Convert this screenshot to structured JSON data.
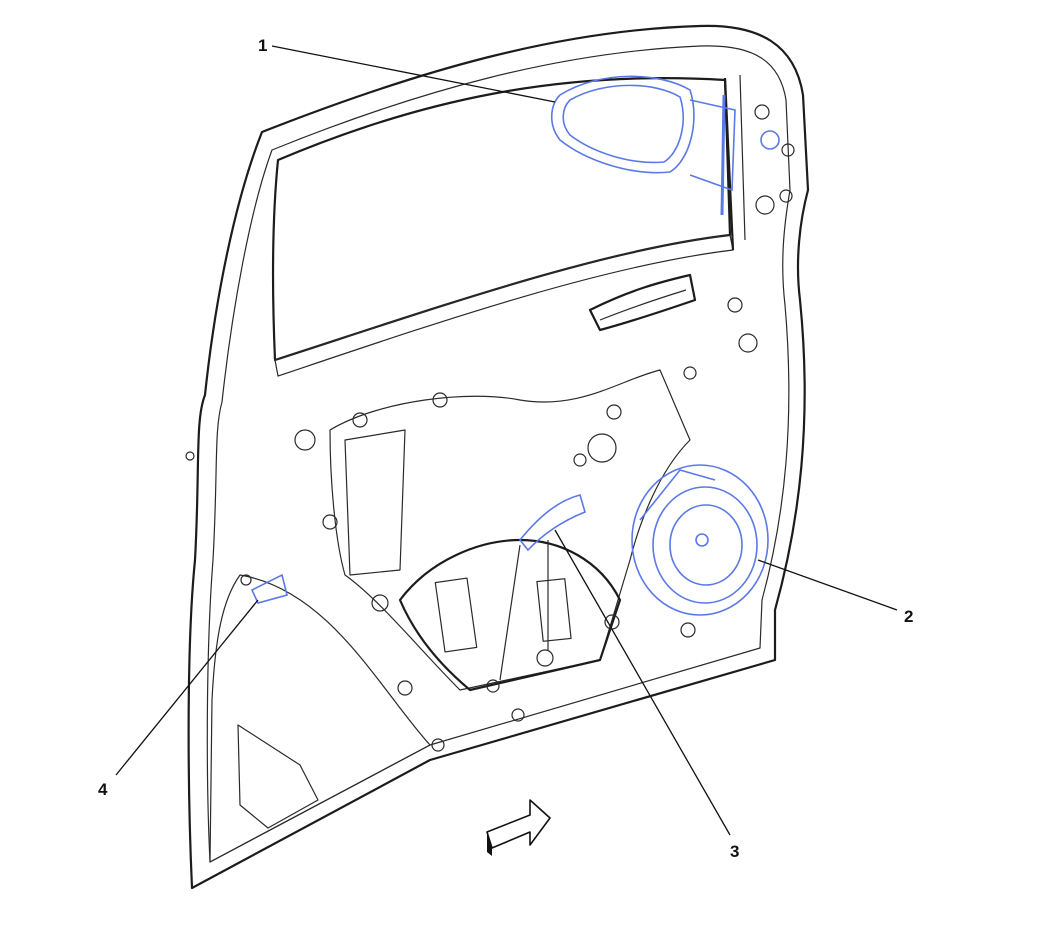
{
  "diagram": {
    "callouts": [
      {
        "id": "1",
        "label": "1",
        "part": "mirror"
      },
      {
        "id": "2",
        "label": "2",
        "part": "speaker"
      },
      {
        "id": "3",
        "label": "3",
        "part": "window-regulator-clip"
      },
      {
        "id": "4",
        "label": "4",
        "part": "check-strap-bracket"
      }
    ],
    "colors": {
      "panel": "#d8d3bd",
      "panel_shade": "#c9c3aa",
      "glass": "#cfcab3",
      "highlight": "#5b79e6",
      "line": "#1c1c1c"
    },
    "icons": [
      "direction-arrow-icon"
    ]
  }
}
